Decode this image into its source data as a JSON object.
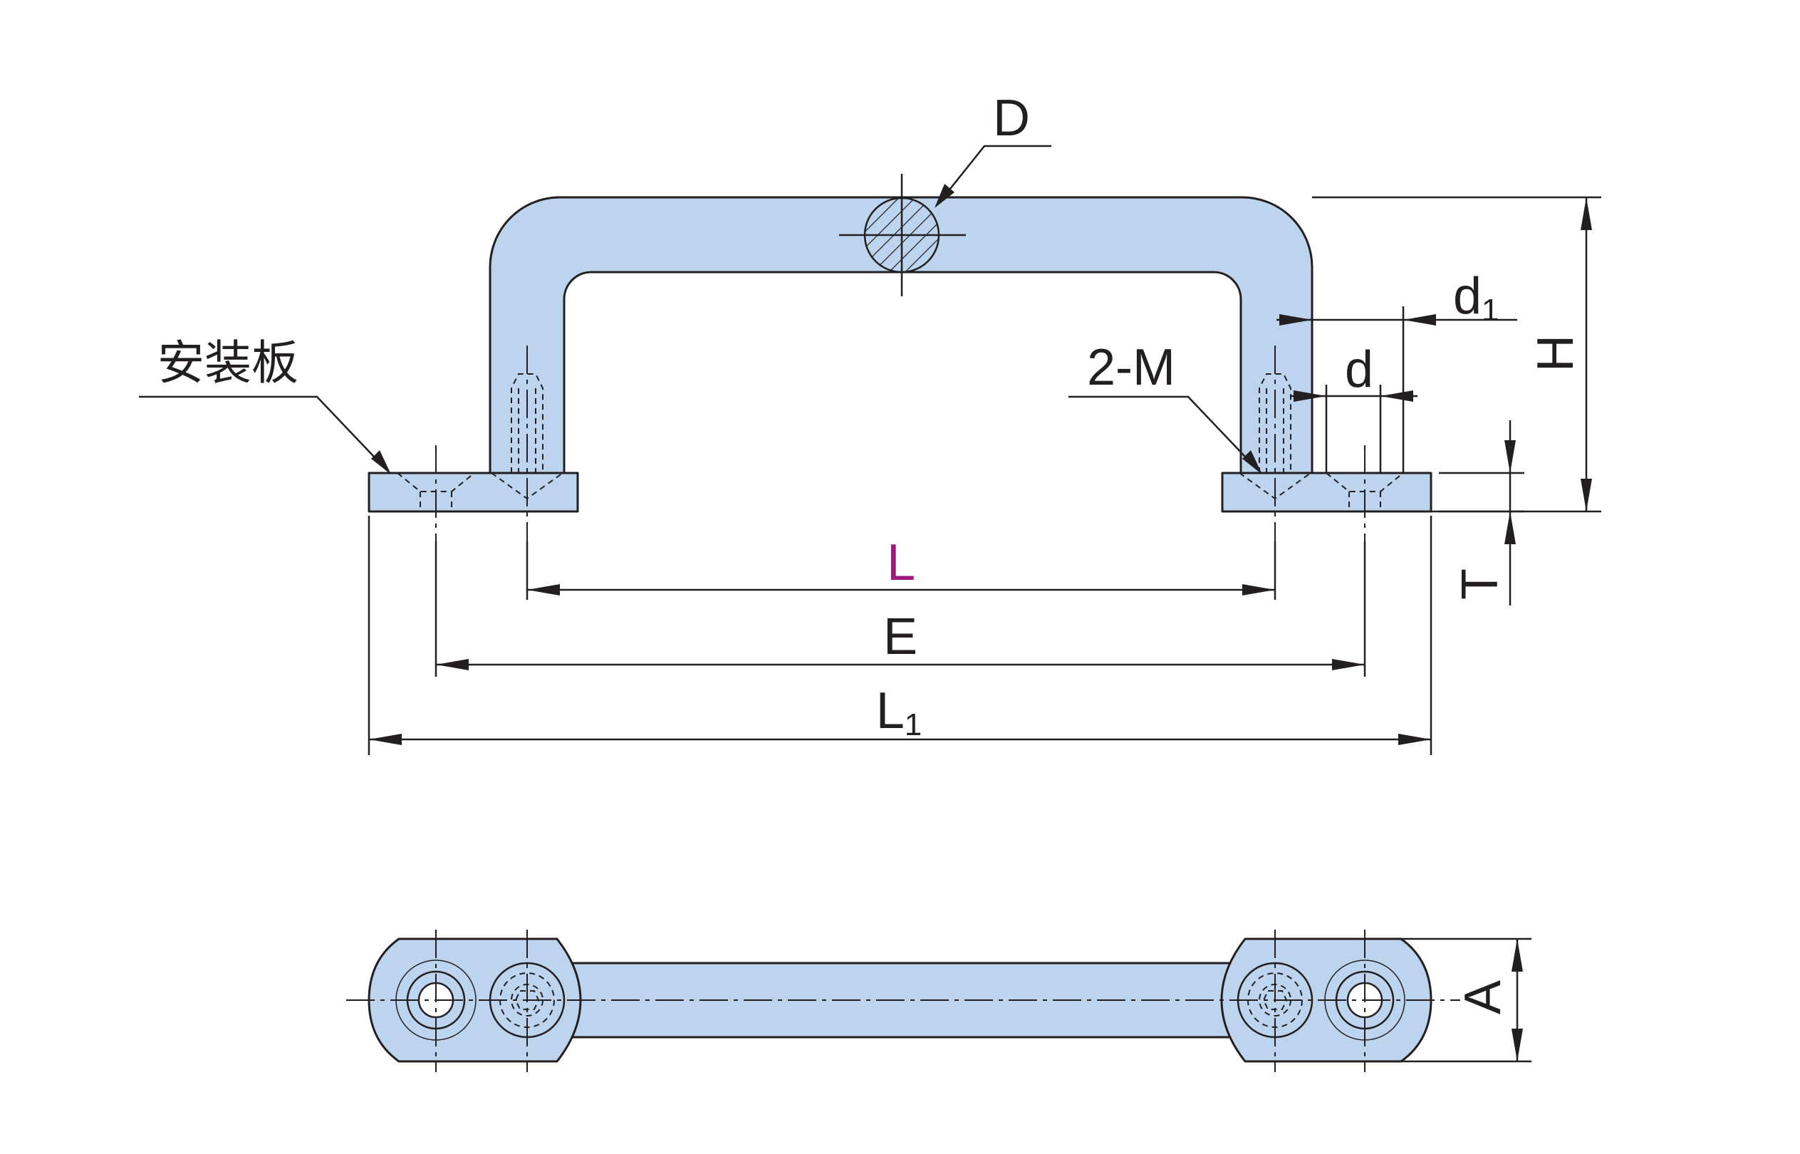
{
  "colors": {
    "part_fill": "#bcd4ee",
    "line": "#231f20",
    "L_label": "#a0197d"
  },
  "labels": {
    "D": "D",
    "d1_main": "d",
    "d1_sub": "1",
    "H": "H",
    "d": "d",
    "two_M": "2-M",
    "mounting_plate": "安装板",
    "L": "L",
    "E": "E",
    "L1_main": "L",
    "L1_sub": "1",
    "T": "T",
    "A": "A"
  }
}
